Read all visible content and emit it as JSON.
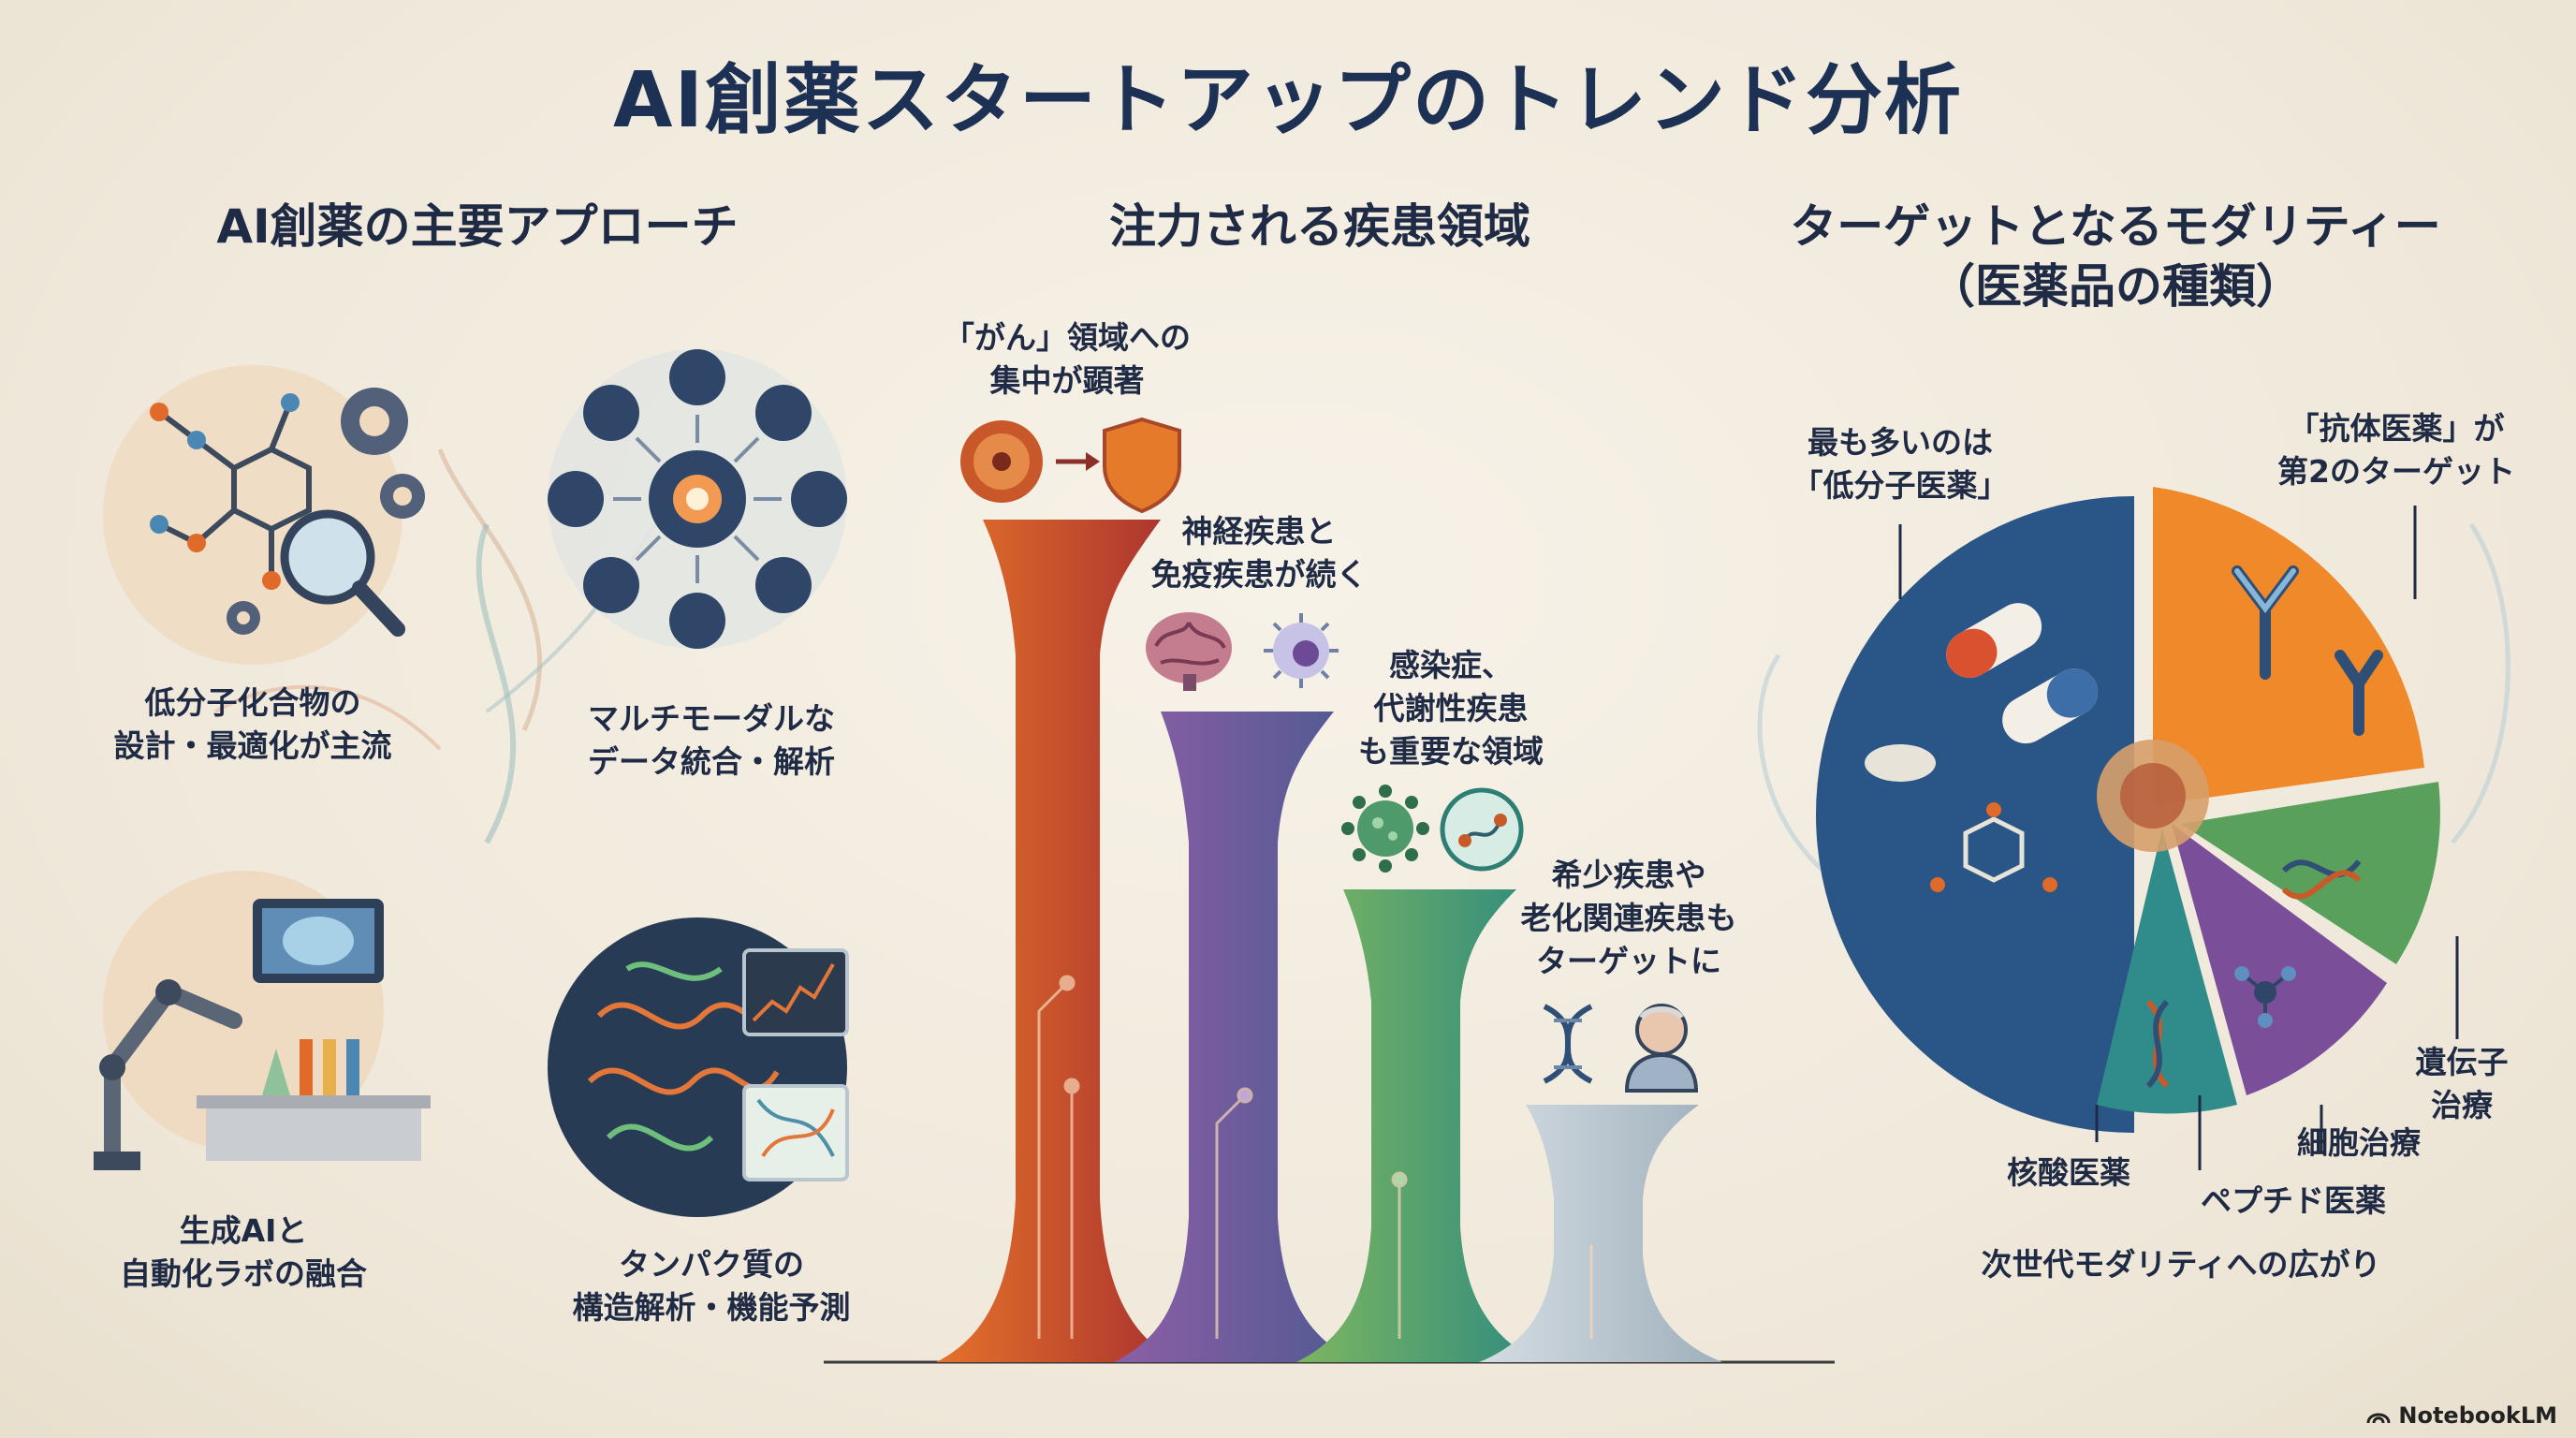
{
  "title": "AI創薬スタートアップのトレンド分析",
  "sections": {
    "approaches": {
      "title": "AI創薬の主要アプローチ",
      "items": [
        {
          "label": "低分子化合物の\n設計・最適化が主流"
        },
        {
          "label": "マルチモーダルな\nデータ統合・解析"
        },
        {
          "label": "生成AIと\n自動化ラボの融合"
        },
        {
          "label": "タンパク質の\n構造解析・機能予測"
        }
      ]
    },
    "diseases": {
      "title": "注力される疾患領域",
      "items": [
        {
          "label": "「がん」領域への\n集中が顕著"
        },
        {
          "label": "神経疾患と\n免疫疾患が続く"
        },
        {
          "label": "感染症、\n代謝性疾患\nも重要な領域"
        },
        {
          "label": "希少疾患や\n老化関連疾患も\nターゲットに"
        }
      ]
    },
    "modalities": {
      "title": "ターゲットとなるモダリティー\n（医薬品の種類）",
      "callouts": [
        {
          "label": "最も多いのは\n「低分子医薬」"
        },
        {
          "label": "「抗体医薬」が\n第2のターゲット"
        },
        {
          "label": "遺伝子\n治療"
        },
        {
          "label": "細胞治療"
        },
        {
          "label": "ペプチド医薬"
        },
        {
          "label": "核酸医薬"
        },
        {
          "label": "次世代モダリティへの広がり"
        }
      ]
    }
  },
  "colors": {
    "navy": "#1d3154",
    "orange": "#f0892a",
    "blue_slice": "#2a5587",
    "green": "#58a05c",
    "purple": "#7a4e98",
    "teal": "#2f8c8a",
    "rust": "#c85a2a",
    "violet": "#6b5a9a",
    "grey_blue": "#b9c6cf"
  },
  "footer": {
    "brand": "NotebookLM"
  }
}
